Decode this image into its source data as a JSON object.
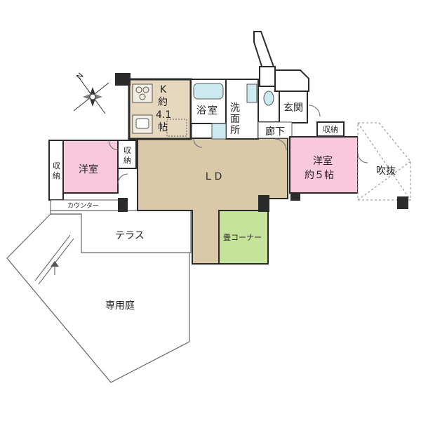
{
  "floorplan": {
    "rooms": {
      "kitchen": {
        "name": "K",
        "size_prefix": "約",
        "size_number": "4.1",
        "size_unit": "帖",
        "color": "#e6d8bf"
      },
      "bath": {
        "name_top": "浴",
        "name_bottom": "室",
        "color": "#ffffff"
      },
      "washroom": {
        "name_top": "洗",
        "name_mid": "面",
        "name_bottom": "所",
        "color": "#ffffff"
      },
      "entrance": {
        "name": "玄関"
      },
      "hallway": {
        "name": "廊下"
      },
      "storage_east": {
        "name": "収納"
      },
      "western_room_east": {
        "name": "洋室",
        "size": "約５帖",
        "color": "#f8c9dc"
      },
      "void": {
        "name": "吹抜"
      },
      "western_room_west": {
        "name": "洋室",
        "color": "#f8c9dc"
      },
      "storage_west_1": {
        "name_top": "収",
        "name_bottom": "納"
      },
      "storage_west_2": {
        "name_top": "収",
        "name_bottom": "納"
      },
      "counter": {
        "name": "カウンター"
      },
      "ld": {
        "name": "ＬＤ",
        "color": "#d9c9a8"
      },
      "tatami": {
        "name": "畳コーナー",
        "color": "#c5e39a"
      },
      "terrace": {
        "name": "テラス"
      },
      "garden": {
        "name": "専用庭"
      }
    },
    "compass": {
      "label": "N"
    },
    "colors": {
      "wall": "#2b2b2b",
      "line": "#555555",
      "floor_tile": "#cdeaf0"
    }
  }
}
